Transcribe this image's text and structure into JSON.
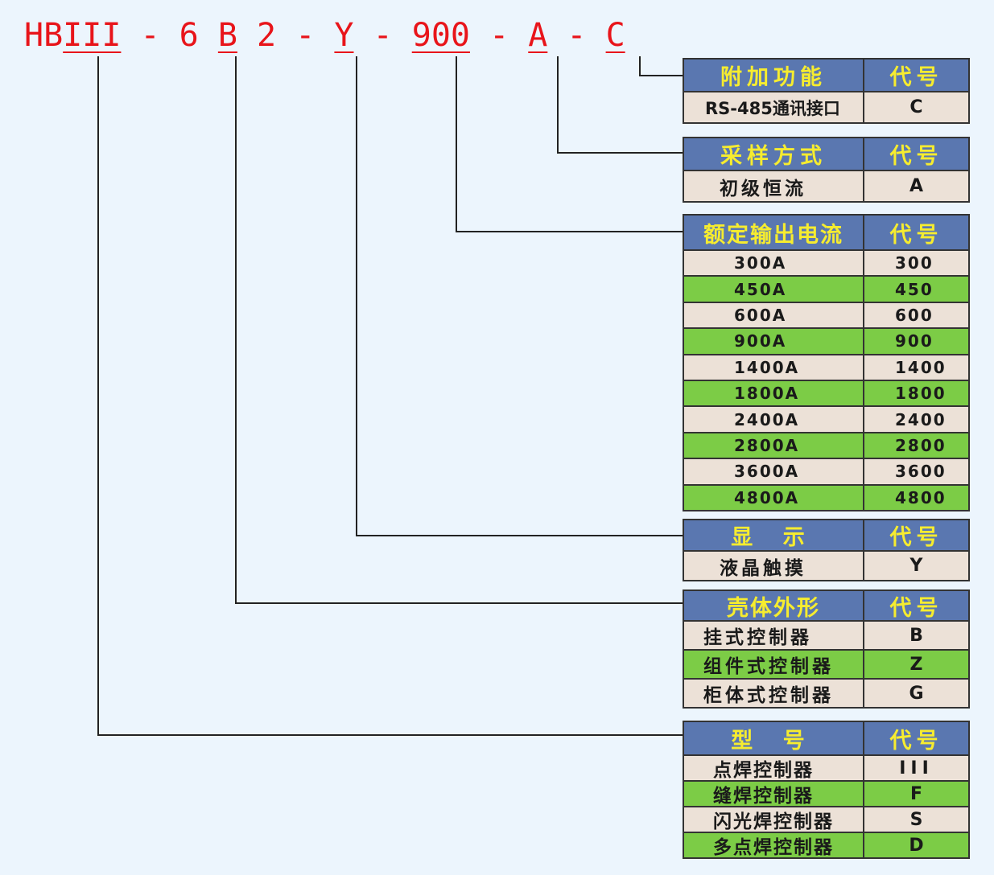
{
  "model_code": {
    "prefix": "HB",
    "code_type": "III",
    "sep1": " - ",
    "code_6": "6",
    "space1": " ",
    "code_shell": "B",
    "space2": " ",
    "code_2": "2",
    "sep2": " - ",
    "code_display": "Y",
    "sep3": " - ",
    "code_current": "900",
    "sep4": " - ",
    "code_sampling": "A",
    "sep5": " - ",
    "code_extra": "C"
  },
  "colors": {
    "model_code_text": "#e8141a",
    "header_bg": "#5a77b0",
    "header_text": "#f6ec2f",
    "row_beige": "#ece1d7",
    "row_green": "#7ccc46",
    "page_bg": "#ecf5fd"
  },
  "tables": {
    "extra_function": {
      "header": [
        "附加功能",
        "代号"
      ],
      "rows": [
        {
          "name": "RS-485通讯接口",
          "code": "C",
          "color": "beige"
        }
      ]
    },
    "sampling": {
      "header": [
        "采样方式",
        "代号"
      ],
      "rows": [
        {
          "name": "初级恒流",
          "code": "A",
          "color": "beige"
        }
      ]
    },
    "rated_current": {
      "header": [
        "额定输出电流",
        "代号"
      ],
      "rows": [
        {
          "name": "300A",
          "code": "300",
          "color": "beige"
        },
        {
          "name": "450A",
          "code": "450",
          "color": "green"
        },
        {
          "name": "600A",
          "code": "600",
          "color": "beige"
        },
        {
          "name": "900A",
          "code": "900",
          "color": "green"
        },
        {
          "name": "1400A",
          "code": "1400",
          "color": "beige"
        },
        {
          "name": "1800A",
          "code": "1800",
          "color": "green"
        },
        {
          "name": "2400A",
          "code": "2400",
          "color": "beige"
        },
        {
          "name": "2800A",
          "code": "2800",
          "color": "green"
        },
        {
          "name": "3600A",
          "code": "3600",
          "color": "beige"
        },
        {
          "name": "4800A",
          "code": "4800",
          "color": "green"
        }
      ]
    },
    "display": {
      "header": [
        "显 示",
        "代号"
      ],
      "rows": [
        {
          "name": "液晶触摸",
          "code": "Y",
          "color": "beige"
        }
      ]
    },
    "shell": {
      "header": [
        "壳体外形",
        "代号"
      ],
      "rows": [
        {
          "name": "挂式控制器",
          "code": "B",
          "color": "beige"
        },
        {
          "name": "组件式控制器",
          "code": "Z",
          "color": "green"
        },
        {
          "name": "柜体式控制器",
          "code": "G",
          "color": "beige"
        }
      ]
    },
    "model_type": {
      "header": [
        "型 号",
        "代号"
      ],
      "rows": [
        {
          "name": "点焊控制器",
          "code": "III",
          "color": "beige"
        },
        {
          "name": "缝焊控制器",
          "code": "F",
          "color": "green"
        },
        {
          "name": "闪光焊控制器",
          "code": "S",
          "color": "beige"
        },
        {
          "name": "多点焊控制器",
          "code": "D",
          "color": "green"
        }
      ]
    }
  }
}
